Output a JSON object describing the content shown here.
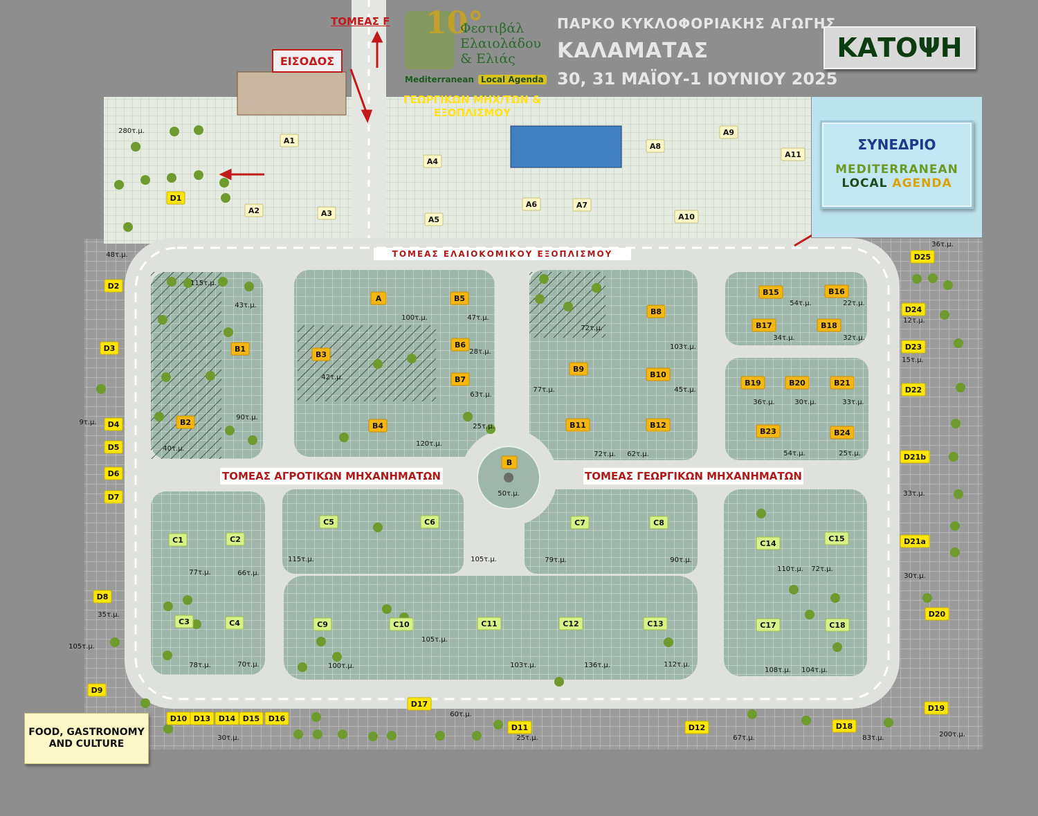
{
  "header": {
    "venue": "ΠΑΡΚΟ ΚΥΚΛΟΦΟΡΙΑΚΗΣ ΑΓΩΓΗΣ",
    "city": "ΚΑΛΑΜΑΤΑΣ",
    "dates": "30, 31 ΜΑΪΟΥ-1 ΙΟΥΝΙΟΥ 2025",
    "plan_button": "ΚΑΤΟΨΗ"
  },
  "logo": {
    "edition": "10°",
    "line1": "Φεστιβάλ",
    "line2": "Ελαιολάδου",
    "line3": "& Ελιάς",
    "agenda_a": "Mediterranean",
    "agenda_b": "Local Agenda"
  },
  "labels": {
    "tomeas_f": "ΤΟΜΕΑΣ F",
    "eisodos": "ΕΙΣΟΔΟΣ",
    "machinery_sector": "ΓΕΩΡΓΙΚΩΝ ΜΗΧ/ΤΩΝ & ΕΞΟΠΛΙΣΜΟΥ",
    "olive_sector": "ΤΟΜΕΑΣ ΕΛΑΙΟΚΟΜΙΚΟΥ ΕΞΟΠΛΙΣΜΟΥ",
    "agro_sector": "ΤΟΜΕΑΣ ΑΓΡΟΤΙΚΩΝ ΜΗΧΑΝΗΜΑΤΩΝ",
    "georg_sector": "ΤΟΜΕΑΣ ΓΕΩΡΓΙΚΩΝ ΜΗΧΑΝΗΜΑΤΩΝ",
    "food": "FOOD, GASTRONOMY AND CULTURE"
  },
  "synedrio": {
    "title": "ΣΥΝΕΔΡΙΟ",
    "line1": "MEDITERRANEAN",
    "local": "LOCAL",
    "agenda": "AGENDA"
  },
  "colors": {
    "background": "#8e8e8e",
    "grid_area": "#e6ebe2",
    "stand_block": "#9fb7ab",
    "road": "#dfe2dc",
    "booth_yellow": "#ffe600",
    "booth_orange": "#f5b70f",
    "booth_green": "#d8f28a",
    "tree": "#6f9a2e",
    "accent_red": "#c21a1a"
  },
  "booths": [
    {
      "id": "A1"
    },
    {
      "id": "A2"
    },
    {
      "id": "A3"
    },
    {
      "id": "A4"
    },
    {
      "id": "A5"
    },
    {
      "id": "A6"
    },
    {
      "id": "A7"
    },
    {
      "id": "A8"
    },
    {
      "id": "A9"
    },
    {
      "id": "A10"
    },
    {
      "id": "A11"
    },
    {
      "id": "A"
    },
    {
      "id": "B"
    },
    {
      "id": "B1"
    },
    {
      "id": "B2"
    },
    {
      "id": "B3"
    },
    {
      "id": "B4"
    },
    {
      "id": "B5"
    },
    {
      "id": "B6"
    },
    {
      "id": "B7"
    },
    {
      "id": "B8"
    },
    {
      "id": "B9"
    },
    {
      "id": "B10"
    },
    {
      "id": "B11"
    },
    {
      "id": "B12"
    },
    {
      "id": "B15"
    },
    {
      "id": "B16"
    },
    {
      "id": "B17"
    },
    {
      "id": "B18"
    },
    {
      "id": "B19"
    },
    {
      "id": "B20"
    },
    {
      "id": "B21"
    },
    {
      "id": "B23"
    },
    {
      "id": "B24"
    },
    {
      "id": "C1"
    },
    {
      "id": "C2"
    },
    {
      "id": "C3"
    },
    {
      "id": "C4"
    },
    {
      "id": "C5"
    },
    {
      "id": "C6"
    },
    {
      "id": "C7"
    },
    {
      "id": "C8"
    },
    {
      "id": "C9"
    },
    {
      "id": "C10"
    },
    {
      "id": "C11"
    },
    {
      "id": "C12"
    },
    {
      "id": "C13"
    },
    {
      "id": "C14"
    },
    {
      "id": "C15"
    },
    {
      "id": "C17"
    },
    {
      "id": "C18"
    },
    {
      "id": "D1"
    },
    {
      "id": "D2"
    },
    {
      "id": "D3"
    },
    {
      "id": "D4"
    },
    {
      "id": "D5"
    },
    {
      "id": "D6"
    },
    {
      "id": "D7"
    },
    {
      "id": "D8"
    },
    {
      "id": "D9"
    },
    {
      "id": "D10"
    },
    {
      "id": "D11"
    },
    {
      "id": "D12"
    },
    {
      "id": "D13"
    },
    {
      "id": "D14"
    },
    {
      "id": "D15"
    },
    {
      "id": "D16"
    },
    {
      "id": "D17"
    },
    {
      "id": "D18"
    },
    {
      "id": "D19"
    },
    {
      "id": "D20"
    },
    {
      "id": "D21a"
    },
    {
      "id": "D21b"
    },
    {
      "id": "D22"
    },
    {
      "id": "D23"
    },
    {
      "id": "D24"
    },
    {
      "id": "D25"
    }
  ],
  "areas": [
    "280τ.μ.",
    "48τ.μ.",
    "115τ.μ.",
    "43τ.μ.",
    "100τ.μ.",
    "47τ.μ.",
    "28τ.μ.",
    "42τ.μ.",
    "63τ.μ.",
    "25τ.μ.",
    "90τ.μ.",
    "40τ.μ.",
    "120τ.μ.",
    "72τ.μ.",
    "103τ.μ.",
    "77τ.μ.",
    "45τ.μ.",
    "72τ.μ.",
    "62τ.μ.",
    "54τ.μ.",
    "22τ.μ.",
    "34τ.μ.",
    "32τ.μ.",
    "36τ.μ.",
    "30τ.μ.",
    "33τ.μ.",
    "54τ.μ.",
    "25τ.μ.",
    "36τ.μ.",
    "12τ.μ.",
    "15τ.μ.",
    "33τ.μ.",
    "30τ.μ.",
    "9τ.μ.",
    "50τ.μ.",
    "77τ.μ.",
    "66τ.μ.",
    "115τ.μ.",
    "105τ.μ.",
    "79τ.μ.",
    "90τ.μ.",
    "110τ.μ.",
    "72τ.μ.",
    "35τ.μ.",
    "105τ.μ.",
    "78τ.μ.",
    "70τ.μ.",
    "100τ.μ.",
    "105τ.μ.",
    "103τ.μ.",
    "136τ.μ.",
    "112τ.μ.",
    "108τ.μ.",
    "104τ.μ.",
    "60τ.μ.",
    "30τ.μ.",
    "25τ.μ.",
    "67τ.μ.",
    "83τ.μ.",
    "200τ.μ."
  ]
}
